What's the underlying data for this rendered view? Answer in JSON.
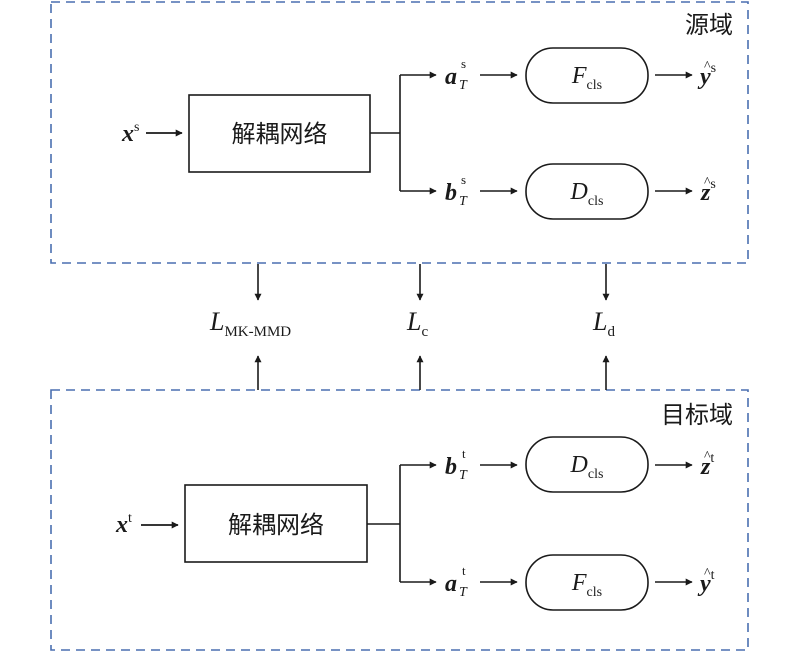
{
  "domains": {
    "source_label": "源域",
    "target_label": "目标域"
  },
  "network": {
    "source_box_label": "解耦网络",
    "target_box_label": "解耦网络"
  },
  "source": {
    "input_main": "x",
    "input_sup": "s",
    "upper_feature_main": "a",
    "upper_feature_sup": "s",
    "upper_feature_sub": "T",
    "lower_feature_main": "b",
    "lower_feature_sup": "s",
    "lower_feature_sub": "T",
    "upper_classifier_main": "F",
    "upper_classifier_sub": "cls",
    "lower_classifier_main": "D",
    "lower_classifier_sub": "cls",
    "upper_output_main": "y",
    "upper_output_sup": "s",
    "lower_output_main": "z",
    "lower_output_sup": "s",
    "hat": "^"
  },
  "target": {
    "input_main": "x",
    "input_sup": "t",
    "upper_feature_main": "b",
    "upper_feature_sup": "t",
    "upper_feature_sub": "T",
    "lower_feature_main": "a",
    "lower_feature_sup": "t",
    "lower_feature_sub": "T",
    "upper_classifier_main": "D",
    "upper_classifier_sub": "cls",
    "lower_classifier_main": "F",
    "lower_classifier_sub": "cls",
    "upper_output_main": "z",
    "upper_output_sup": "t",
    "lower_output_main": "y",
    "lower_output_sup": "t",
    "hat": "^"
  },
  "losses": {
    "mmd_main": "L",
    "mmd_sub": "MK-MMD",
    "c_main": "L",
    "c_sub": "c",
    "d_main": "L",
    "d_sub": "d"
  },
  "colors": {
    "dashed_border": "#4a6fb0",
    "line": "#1a1a1a"
  }
}
